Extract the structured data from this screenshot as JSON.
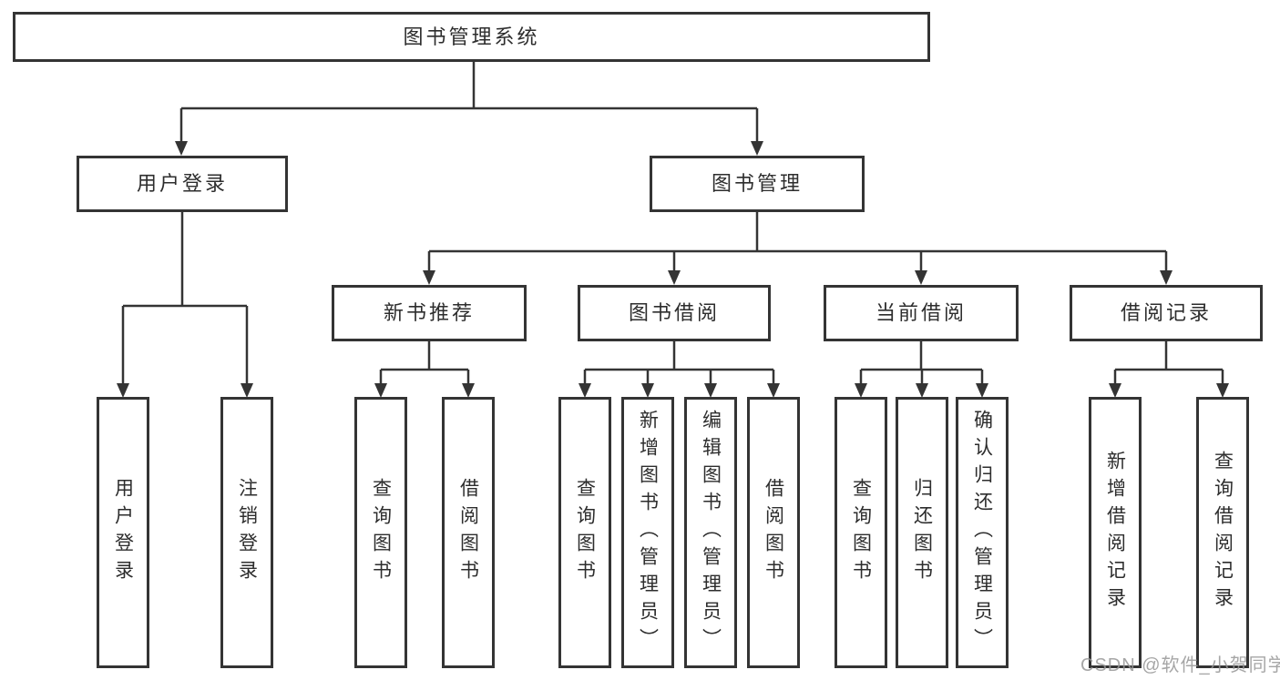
{
  "tree": {
    "root": {
      "label": "图书管理系统",
      "children": [
        {
          "label": "用户登录",
          "children": [
            {
              "label": "用户登录"
            },
            {
              "label": "注销登录"
            }
          ]
        },
        {
          "label": "图书管理",
          "children": [
            {
              "label": "新书推荐",
              "children": [
                {
                  "label": "查询图书"
                },
                {
                  "label": "借阅图书"
                }
              ]
            },
            {
              "label": "图书借阅",
              "children": [
                {
                  "label": "查询图书"
                },
                {
                  "label": "新增图书（管理员）"
                },
                {
                  "label": "编辑图书（管理员）"
                },
                {
                  "label": "借阅图书"
                }
              ]
            },
            {
              "label": "当前借阅",
              "children": [
                {
                  "label": "查询图书"
                },
                {
                  "label": "归还图书"
                },
                {
                  "label": "确认归还（管理员）"
                }
              ]
            },
            {
              "label": "借阅记录",
              "children": [
                {
                  "label": "新增借阅记录"
                },
                {
                  "label": "查询借阅记录"
                }
              ]
            }
          ]
        }
      ]
    }
  },
  "watermark": {
    "text": "CSDN @软件_小贺同学"
  },
  "colors": {
    "line": "#343434",
    "text": "#2d2d2d",
    "background": "#ffffff",
    "watermark": "#969696"
  }
}
